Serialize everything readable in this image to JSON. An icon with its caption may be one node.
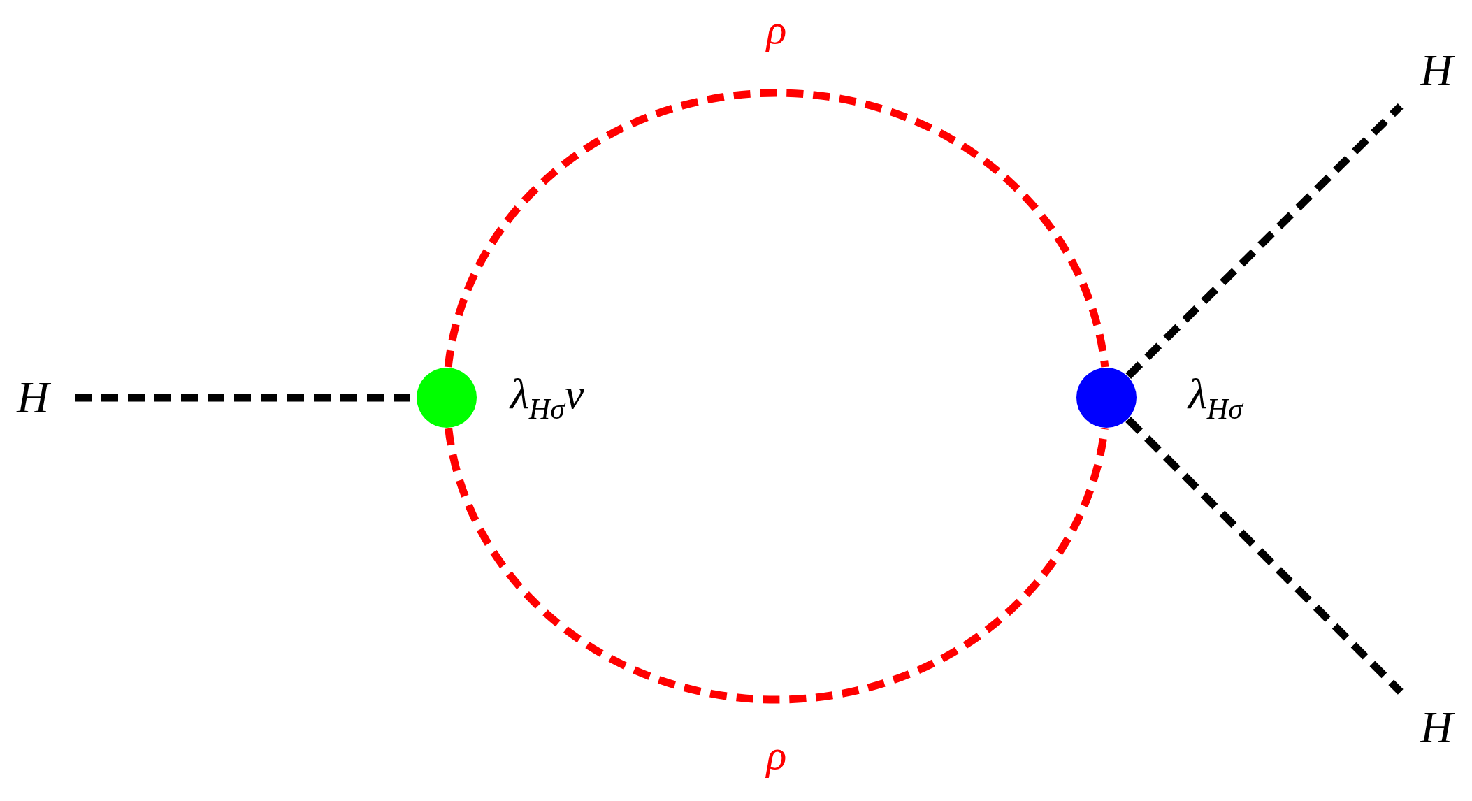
{
  "diagram": {
    "nodes": [
      {
        "text": [
          "H"
        ]
      },
      {
        "text": [],
        "shape": "circle",
        "beside": [
          "λ$_{Hσ}$v"
        ]
      },
      {
        "text": [],
        "shape": "circle",
        "beside": [
          "λ$_{Hσ}$"
        ]
      },
      {
        "text": [
          "H"
        ]
      },
      {
        "text": [
          "H"
        ]
      }
    ],
    "edges": [
      {
        "from": 0,
        "to": 1,
        "arrow": "none",
        "style": "dashed"
      },
      {
        "from": 1,
        "to": 2,
        "arrow": "none",
        "style": "dashed",
        "color": "#ff0000",
        "label": "ρ"
      },
      {
        "from": 1,
        "to": 2,
        "arrow": "none",
        "style": "dashed",
        "color": "#ff0000",
        "label": "ρ"
      },
      {
        "from": 2,
        "to": 3,
        "arrow": "none",
        "style": "dashed"
      },
      {
        "from": 2,
        "to": 4,
        "arrow": "none",
        "style": "dashed"
      }
    ]
  }
}
